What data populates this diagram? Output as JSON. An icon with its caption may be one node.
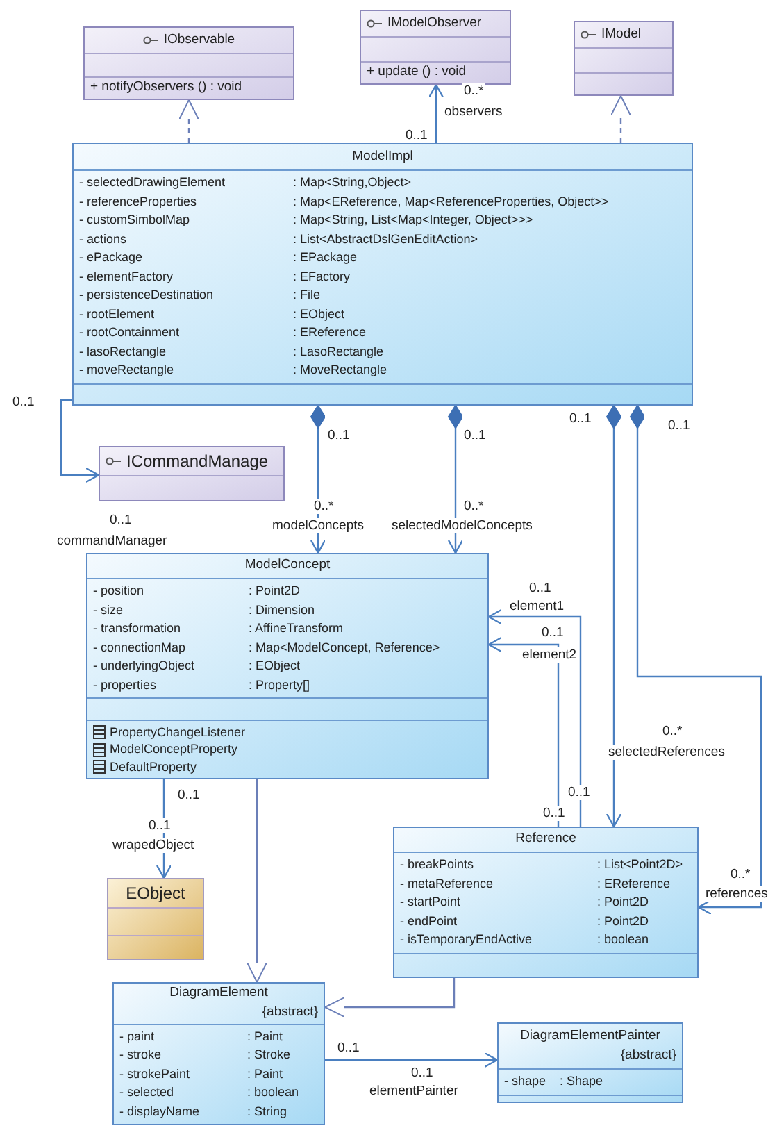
{
  "diagram": {
    "nodes": [
      {
        "text": [
          "IObservable",
          "+ notifyObservers () : void"
        ]
      },
      {
        "text": [
          "IModelObserver",
          "+ update () : void"
        ]
      },
      {
        "text": [
          "IModel"
        ]
      },
      {
        "text": [
          "ModelImpl",
          "- selectedDrawingElement",
          ": Map<String,Object>",
          "- referenceProperties",
          ": Map<EReference, Map<ReferenceProperties, Object>>",
          "- customSimbolMap",
          ": Map<String, List<Map<Integer, Object>>>",
          "- actions",
          ": List<AbstractDslGenEditAction>",
          "- ePackage",
          ": EPackage",
          "- elementFactory",
          ": EFactory",
          "- persistenceDestination",
          ": File",
          "- rootElement",
          ": EObject",
          "- rootContainment",
          ": EReference",
          "- lasoRectangle",
          ": LasoRectangle",
          "- moveRectangle",
          ": MoveRectangle"
        ]
      },
      {
        "text": [
          "ICommandManage"
        ]
      },
      {
        "text": [
          "ModelConcept",
          "- position",
          ": Point2D",
          "- size",
          ": Dimension",
          "- transformation",
          ": AffineTransform",
          "- connectionMap",
          ": Map<ModelConcept, Reference>",
          "- underlyingObject",
          ": EObject",
          "- properties",
          ": Property[]",
          "PropertyChangeListener",
          "ModelConceptProperty",
          "DefaultProperty"
        ]
      },
      {
        "text": [
          "EObject"
        ]
      },
      {
        "text": [
          "Reference",
          "- breakPoints",
          ": List<Point2D>",
          "- metaReference",
          ": EReference",
          "- startPoint",
          ": Point2D",
          "- endPoint",
          ": Point2D",
          "- isTemporaryEndActive",
          ": boolean"
        ]
      },
      {
        "text": [
          "DiagramElement",
          "{abstract}",
          "- paint",
          ": Paint",
          "- stroke",
          ": Stroke",
          "- strokePaint",
          ": Paint",
          "- selected",
          ": boolean",
          "- displayName",
          ": String"
        ]
      },
      {
        "text": [
          "DiagramElementPainter",
          "{abstract}",
          "- shape",
          ": Shape"
        ]
      }
    ],
    "edges": [
      {
        "from": 3,
        "to": 0,
        "arrow": "to",
        "style": "dashed"
      },
      {
        "from": 3,
        "to": 1,
        "arrow": "to",
        "label": "observers"
      },
      {
        "from": 3,
        "to": 2,
        "arrow": "to",
        "style": "dashed"
      },
      {
        "from": 3,
        "to": 4,
        "arrow": "to",
        "label": "commandManager"
      },
      {
        "from": 3,
        "to": 5,
        "arrow": "to",
        "label": "modelConcepts"
      },
      {
        "from": 3,
        "to": 5,
        "arrow": "to",
        "label": "selectedModelConcepts"
      },
      {
        "from": 3,
        "to": 7,
        "arrow": "to",
        "label": "selectedReferences"
      },
      {
        "from": 3,
        "to": 7,
        "arrow": "to",
        "label": "references"
      },
      {
        "from": 7,
        "to": 5,
        "arrow": "to",
        "label": "element1"
      },
      {
        "from": 7,
        "to": 5,
        "arrow": "to",
        "label": "element2"
      },
      {
        "from": 5,
        "to": 6,
        "arrow": "to",
        "label": "wrapedObject"
      },
      {
        "from": 5,
        "to": 8,
        "arrow": "to"
      },
      {
        "from": 7,
        "to": 8,
        "arrow": "to"
      },
      {
        "from": 8,
        "to": 9,
        "arrow": "to",
        "label": "elementPainter"
      }
    ],
    "labels": [
      "0..*",
      "0..1",
      "0..1",
      "0..1",
      "0..1",
      "0..1",
      "0..1",
      "0..*",
      "0..*",
      "0..1",
      "0..1",
      "0..1",
      "0..*",
      "0..1",
      "0..1",
      "0..1",
      "0..1",
      "0..*",
      "0..1",
      "0..1"
    ]
  }
}
